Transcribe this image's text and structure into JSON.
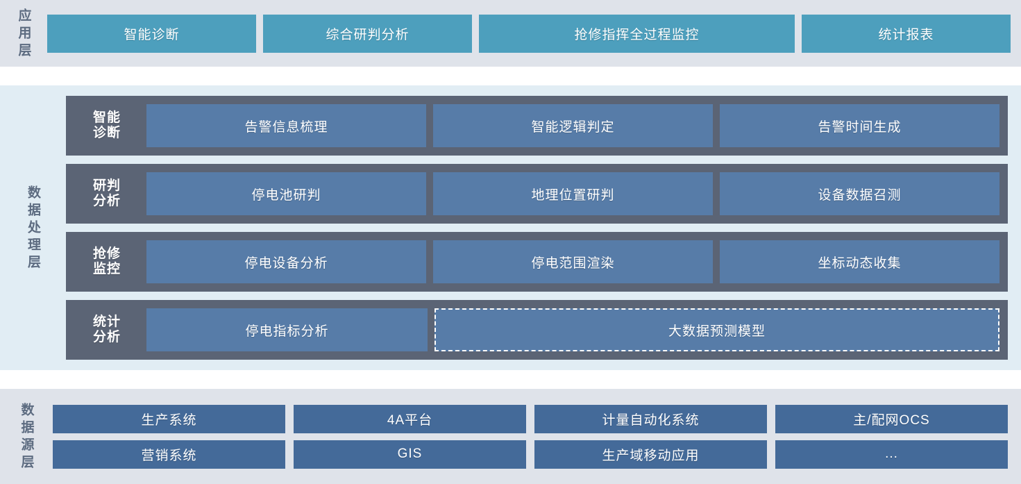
{
  "colors": {
    "app_layer_bg": "#dfe3ea",
    "proc_layer_bg": "#e1edf4",
    "src_layer_bg": "#dfe3ea",
    "app_box": "#4d9fbd",
    "proc_row_band": "#5b6475",
    "proc_cell": "#577ca8",
    "src_box": "#446a99",
    "label_text": "#5c6b80",
    "box_text": "#ffffff",
    "page_bg": "#ffffff"
  },
  "application_layer": {
    "label": "应用层",
    "boxes": [
      {
        "label": "智能诊断"
      },
      {
        "label": "综合研判分析"
      },
      {
        "label": "抢修指挥全过程监控"
      },
      {
        "label": "统计报表"
      }
    ]
  },
  "data_processing_layer": {
    "label": "数据处理层",
    "rows": [
      {
        "title": "智能\n诊断",
        "title_line1": "智能",
        "title_line2": "诊断",
        "cells": [
          {
            "label": "告警信息梳理",
            "dashed": false
          },
          {
            "label": "智能逻辑判定",
            "dashed": false
          },
          {
            "label": "告警时间生成",
            "dashed": false
          }
        ]
      },
      {
        "title_line1": "研判",
        "title_line2": "分析",
        "cells": [
          {
            "label": "停电池研判",
            "dashed": false
          },
          {
            "label": "地理位置研判",
            "dashed": false
          },
          {
            "label": "设备数据召测",
            "dashed": false
          }
        ]
      },
      {
        "title_line1": "抢修",
        "title_line2": "监控",
        "cells": [
          {
            "label": "停电设备分析",
            "dashed": false
          },
          {
            "label": "停电范围渲染",
            "dashed": false
          },
          {
            "label": "坐标动态收集",
            "dashed": false
          }
        ]
      },
      {
        "title_line1": "统计",
        "title_line2": "分析",
        "cells": [
          {
            "label": "停电指标分析",
            "dashed": false
          },
          {
            "label": "大数据预测模型",
            "dashed": true
          }
        ]
      }
    ]
  },
  "data_source_layer": {
    "label": "数据源层",
    "rows": [
      [
        {
          "label": "生产系统"
        },
        {
          "label": "4A平台"
        },
        {
          "label": "计量自动化系统"
        },
        {
          "label": "主/配网OCS"
        }
      ],
      [
        {
          "label": "营销系统"
        },
        {
          "label": "GIS"
        },
        {
          "label": "生产域移动应用"
        },
        {
          "label": "..."
        }
      ]
    ]
  }
}
